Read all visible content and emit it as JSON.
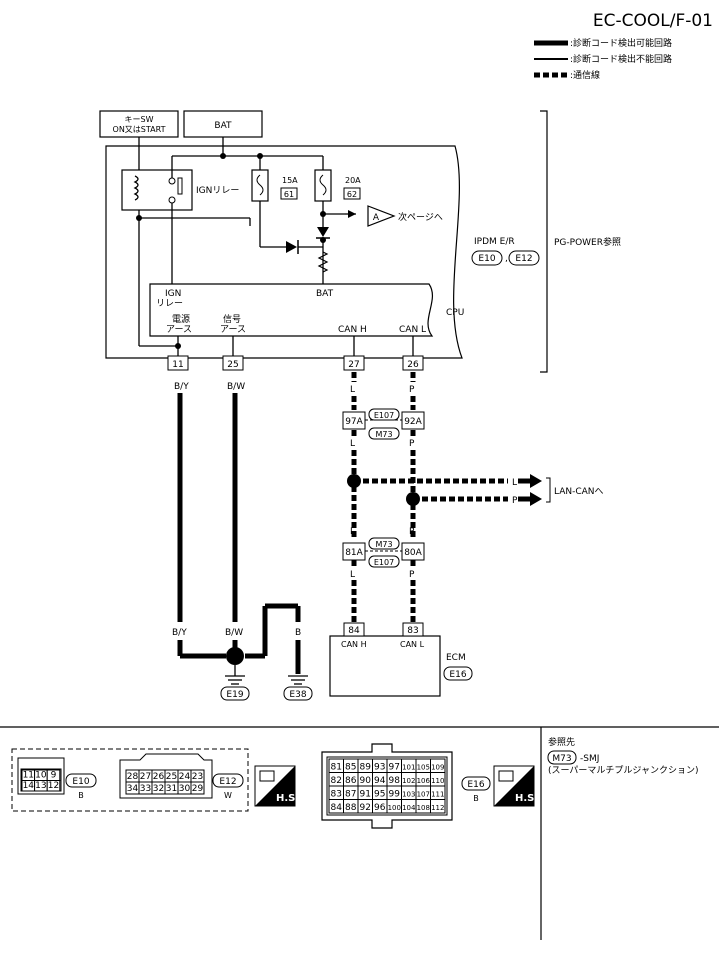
{
  "header": {
    "code": "EC-COOL/F-01"
  },
  "legend": [
    {
      "style": "thick",
      "label": ":診断コード検出可能回路"
    },
    {
      "style": "thin",
      "label": ":診断コード検出不能回路"
    },
    {
      "style": "dashed",
      "label": ":通信線"
    }
  ],
  "boxes": {
    "key_sw_line1": "キーSW",
    "key_sw_line2": "ON又はSTART",
    "bat": "BAT"
  },
  "ipdm": {
    "name": "IPDM E/R",
    "connectors": [
      "E10",
      "E12"
    ],
    "relay_label": "IGNリレー",
    "fuse1_amp": "15A",
    "fuse1_no": "61",
    "fuse2_amp": "20A",
    "fuse2_no": "62",
    "next_page_symbol": "A",
    "next_page_text": "次ページへ",
    "bat_label": "BAT",
    "cpu_label": "CPU",
    "cpu_ign_line1": "IGN",
    "cpu_ign_line2": "リレー",
    "power_gnd_line1": "電源",
    "power_gnd_line2": "アース",
    "signal_gnd_line1": "信号",
    "signal_gnd_line2": "アース",
    "can_h": "CAN H",
    "can_l": "CAN L",
    "pins": [
      "11",
      "25",
      "27",
      "26"
    ]
  },
  "pg_power_ref": "PG-POWER参照",
  "wires": {
    "by": "B/Y",
    "bw": "B/W",
    "b": "B",
    "l": "L",
    "p": "P"
  },
  "joint_connectors": {
    "pin_l1": "97A",
    "pin_p1": "92A",
    "pin_l2": "81A",
    "pin_p2": "80A",
    "conn_top": "E107",
    "conn_bottom": "M73"
  },
  "lan_can": "LAN-CANへ",
  "ecm": {
    "name": "ECM",
    "connector": "E16",
    "pin_h": "84",
    "pin_l": "83",
    "can_h": "CAN H",
    "can_l": "CAN L"
  },
  "grounds": [
    "E19",
    "E38"
  ],
  "connector_views": {
    "e10": {
      "label": "E10",
      "color": "B",
      "row1": [
        "11",
        "10",
        "9"
      ],
      "row2": [
        "14",
        "13",
        "12"
      ]
    },
    "e12": {
      "label": "E12",
      "color": "W",
      "row1": [
        "28",
        "27",
        "26",
        "25",
        "24",
        "23"
      ],
      "row2": [
        "34",
        "33",
        "32",
        "31",
        "30",
        "29"
      ]
    },
    "e16": {
      "label": "E16",
      "color": "B",
      "rows": [
        [
          "81",
          "85",
          "89",
          "93",
          "97",
          "101",
          "105",
          "109"
        ],
        [
          "82",
          "86",
          "90",
          "94",
          "98",
          "102",
          "106",
          "110"
        ],
        [
          "83",
          "87",
          "91",
          "95",
          "99",
          "103",
          "107",
          "111"
        ],
        [
          "84",
          "88",
          "92",
          "96",
          "100",
          "104",
          "108",
          "112"
        ]
      ]
    },
    "hs": "H.S."
  },
  "reference": {
    "title": "参照先",
    "conn": "M73",
    "suffix": "-SMJ",
    "desc": "(スーパーマルチプルジャンクション)"
  }
}
